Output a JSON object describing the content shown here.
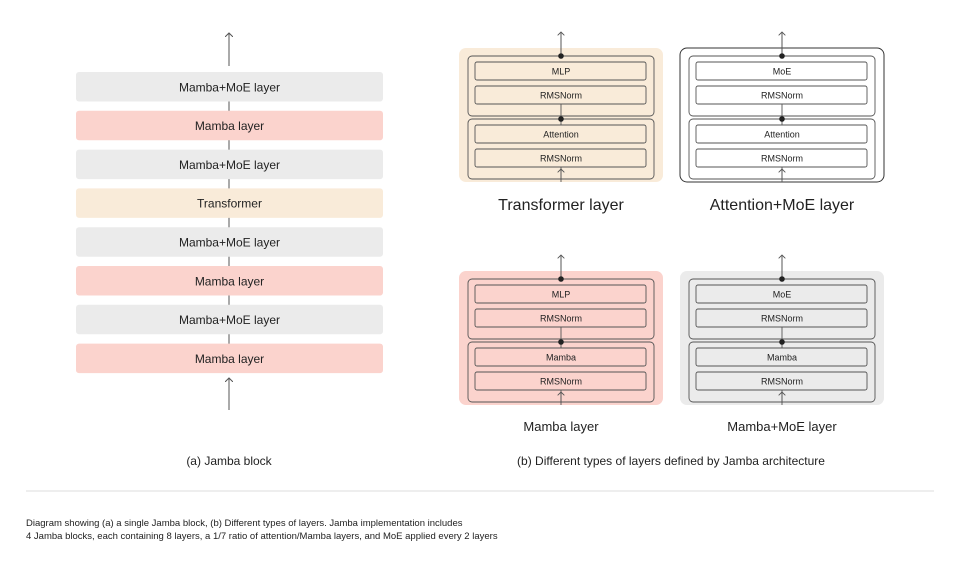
{
  "colors": {
    "gray": "#ebebeb",
    "pink": "#fbd3cd",
    "beige": "#f9ebd9",
    "gray_panel": "#ebebeb",
    "line": "#555555",
    "text": "#222222"
  },
  "left_block": {
    "layers": [
      {
        "label": "Mamba+MoE layer",
        "kind": "gray"
      },
      {
        "label": "Mamba layer",
        "kind": "pink"
      },
      {
        "label": "Mamba+MoE layer",
        "kind": "gray"
      },
      {
        "label": "Transformer",
        "kind": "beige"
      },
      {
        "label": "Mamba+MoE layer",
        "kind": "gray"
      },
      {
        "label": "Mamba layer",
        "kind": "pink"
      },
      {
        "label": "Mamba+MoE layer",
        "kind": "gray"
      },
      {
        "label": "Mamba layer",
        "kind": "pink"
      }
    ],
    "caption": "(a) Jamba block"
  },
  "layer_types": [
    {
      "title": "Transformer layer",
      "fill": "beige",
      "boxes": [
        "MLP",
        "RMSNorm",
        "Attention",
        "RMSNorm"
      ]
    },
    {
      "title": "Attention+MoE layer",
      "fill": "white",
      "boxes": [
        "MoE",
        "RMSNorm",
        "Attention",
        "RMSNorm"
      ]
    },
    {
      "title": "Mamba layer",
      "fill": "pink",
      "boxes": [
        "MLP",
        "RMSNorm",
        "Mamba",
        "RMSNorm"
      ]
    },
    {
      "title": "Mamba+MoE layer",
      "fill": "gray",
      "boxes": [
        "MoE",
        "RMSNorm",
        "Mamba",
        "RMSNorm"
      ]
    }
  ],
  "right_caption": "(b) Different types of layers defined by Jamba architecture",
  "footer": {
    "line1": "Diagram showing (a) a single Jamba block, (b) Different types of layers. Jamba implementation includes",
    "line2": "4 Jamba blocks, each containing 8 layers, a 1/7 ratio of attention/Mamba layers, and MoE applied every 2 layers"
  }
}
